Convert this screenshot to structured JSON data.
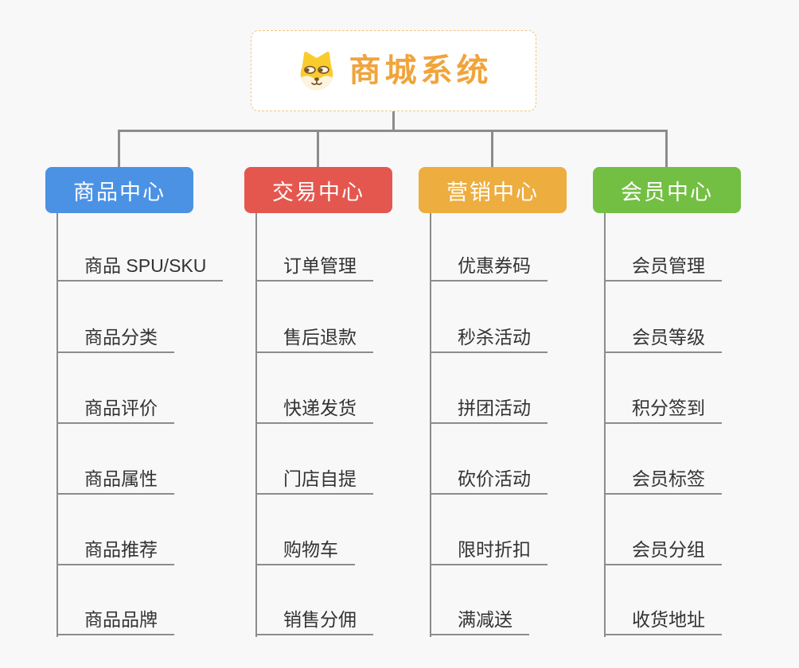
{
  "app": {
    "background": "#F8F8F8",
    "connector_color": "#8C8C8C",
    "leaf_text_color": "#333333"
  },
  "root": {
    "title": "商城系统",
    "icon": "shiba-dog-icon",
    "title_color": "#F0A43C",
    "border_color": "#F2C57E"
  },
  "branches": [
    {
      "label": "商品中心",
      "color": "#4B92E5",
      "items": [
        "商品 SPU/SKU",
        "商品分类",
        "商品评价",
        "商品属性",
        "商品推荐",
        "商品品牌"
      ]
    },
    {
      "label": "交易中心",
      "color": "#E4574F",
      "items": [
        "订单管理",
        "售后退款",
        "快递发货",
        "门店自提",
        "购物车",
        "销售分佣"
      ]
    },
    {
      "label": "营销中心",
      "color": "#EEAD3F",
      "items": [
        "优惠券码",
        "秒杀活动",
        "拼团活动",
        "砍价活动",
        "限时折扣",
        "满减送"
      ]
    },
    {
      "label": "会员中心",
      "color": "#73BF43",
      "items": [
        "会员管理",
        "会员等级",
        "积分签到",
        "会员标签",
        "会员分组",
        "收货地址"
      ]
    }
  ]
}
